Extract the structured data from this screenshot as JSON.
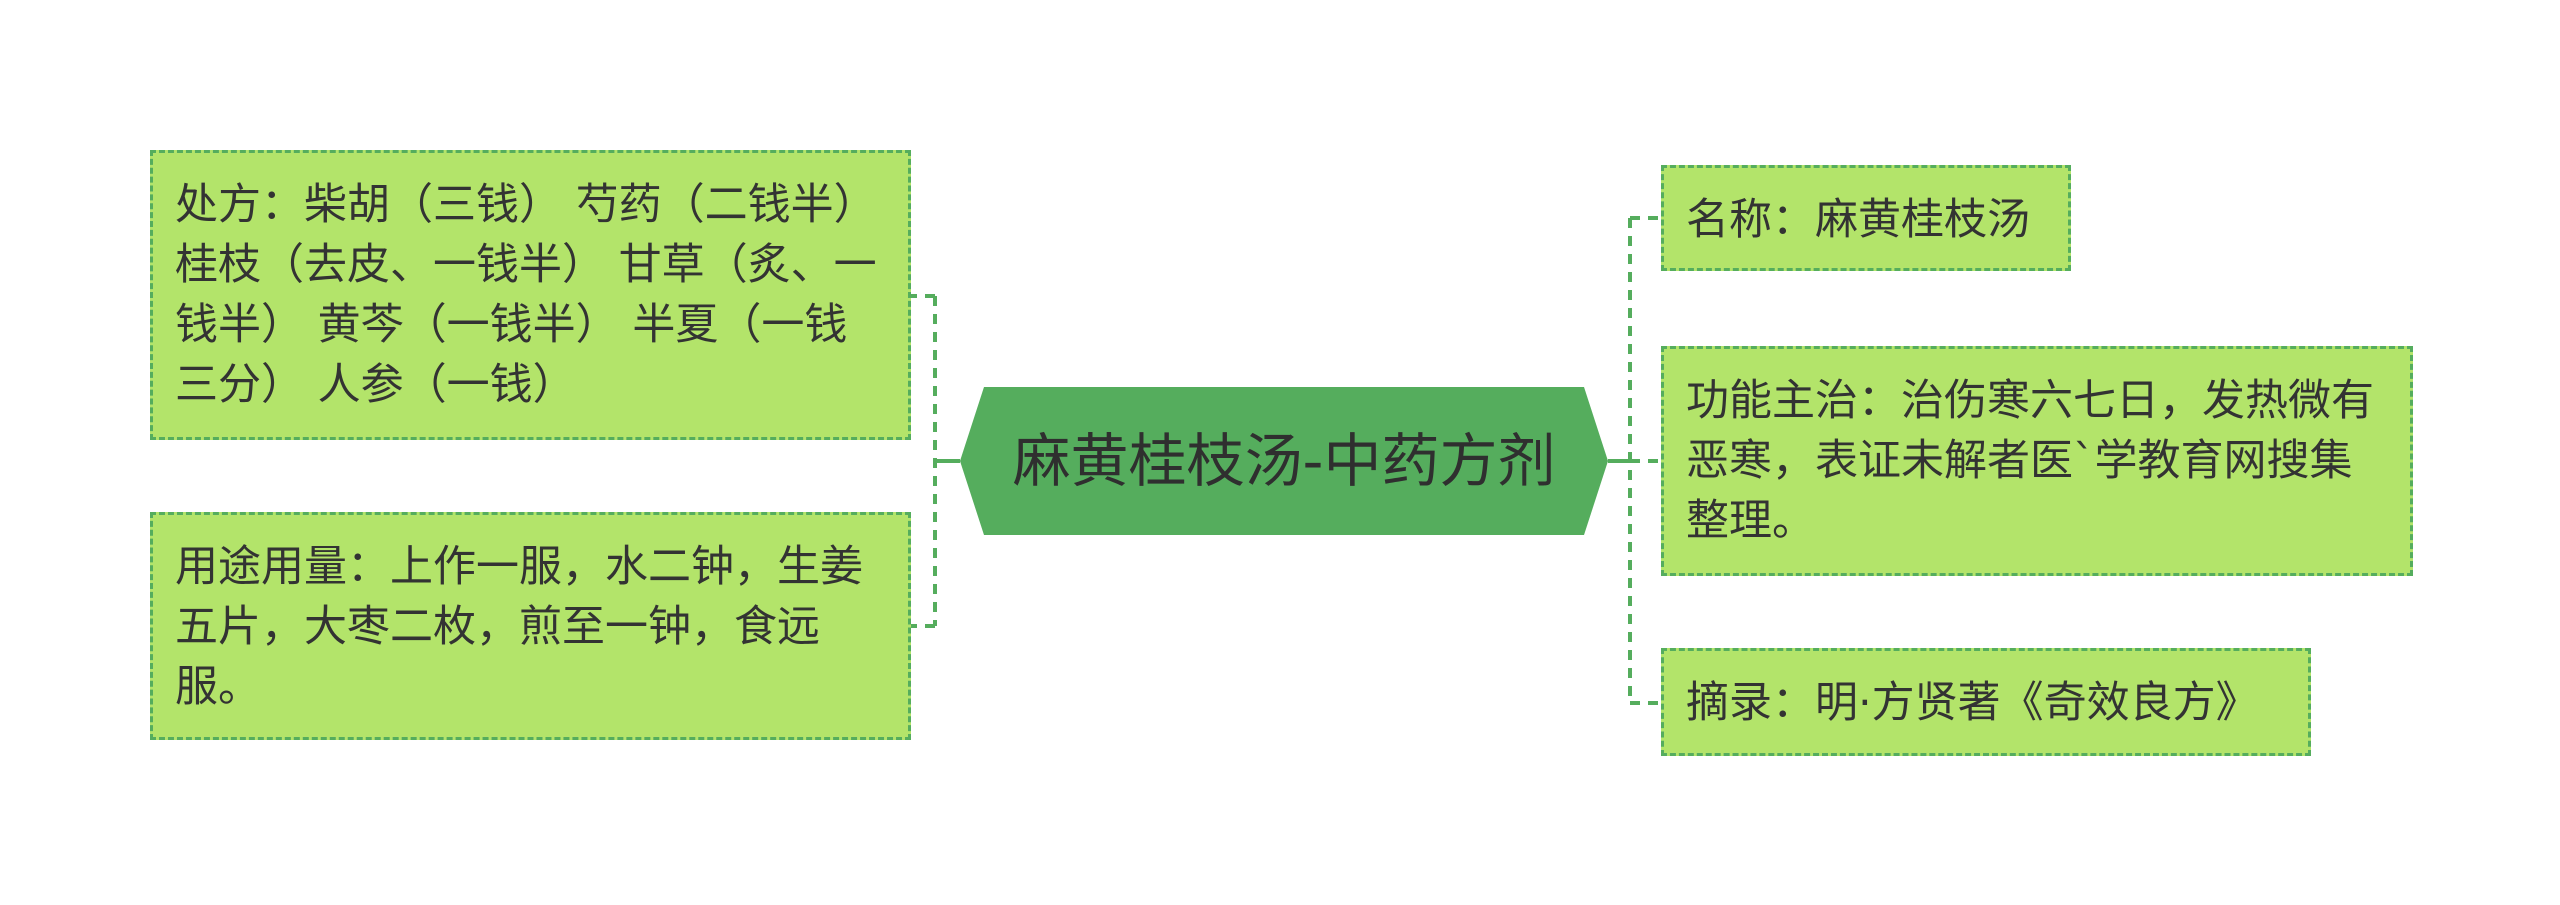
{
  "colors": {
    "node_fill": "#b3e46a",
    "node_border": "#55ad5d",
    "center_fill": "#55ad5d",
    "connector": "#55ad5d",
    "text": "#333333"
  },
  "center": {
    "title": "麻黄桂枝汤-中药方剂"
  },
  "left_nodes": [
    {
      "text": "处方：柴胡（三钱） 芍药（二钱半） 桂枝（去皮、一钱半） 甘草（炙、一钱半） 黄芩（一钱半） 半夏（一钱三分） 人参（一钱）"
    },
    {
      "text": "用途用量：上作一服，水二钟，生姜五片，大枣二枚，煎至一钟，食远服。"
    }
  ],
  "right_nodes": [
    {
      "text": "名称：麻黄桂枝汤"
    },
    {
      "text": "功能主治：治伤寒六七日，发热微有恶寒，表证未解者医`学教育网搜集整理。"
    },
    {
      "text": "摘录：明·方贤著《奇效良方》"
    }
  ]
}
